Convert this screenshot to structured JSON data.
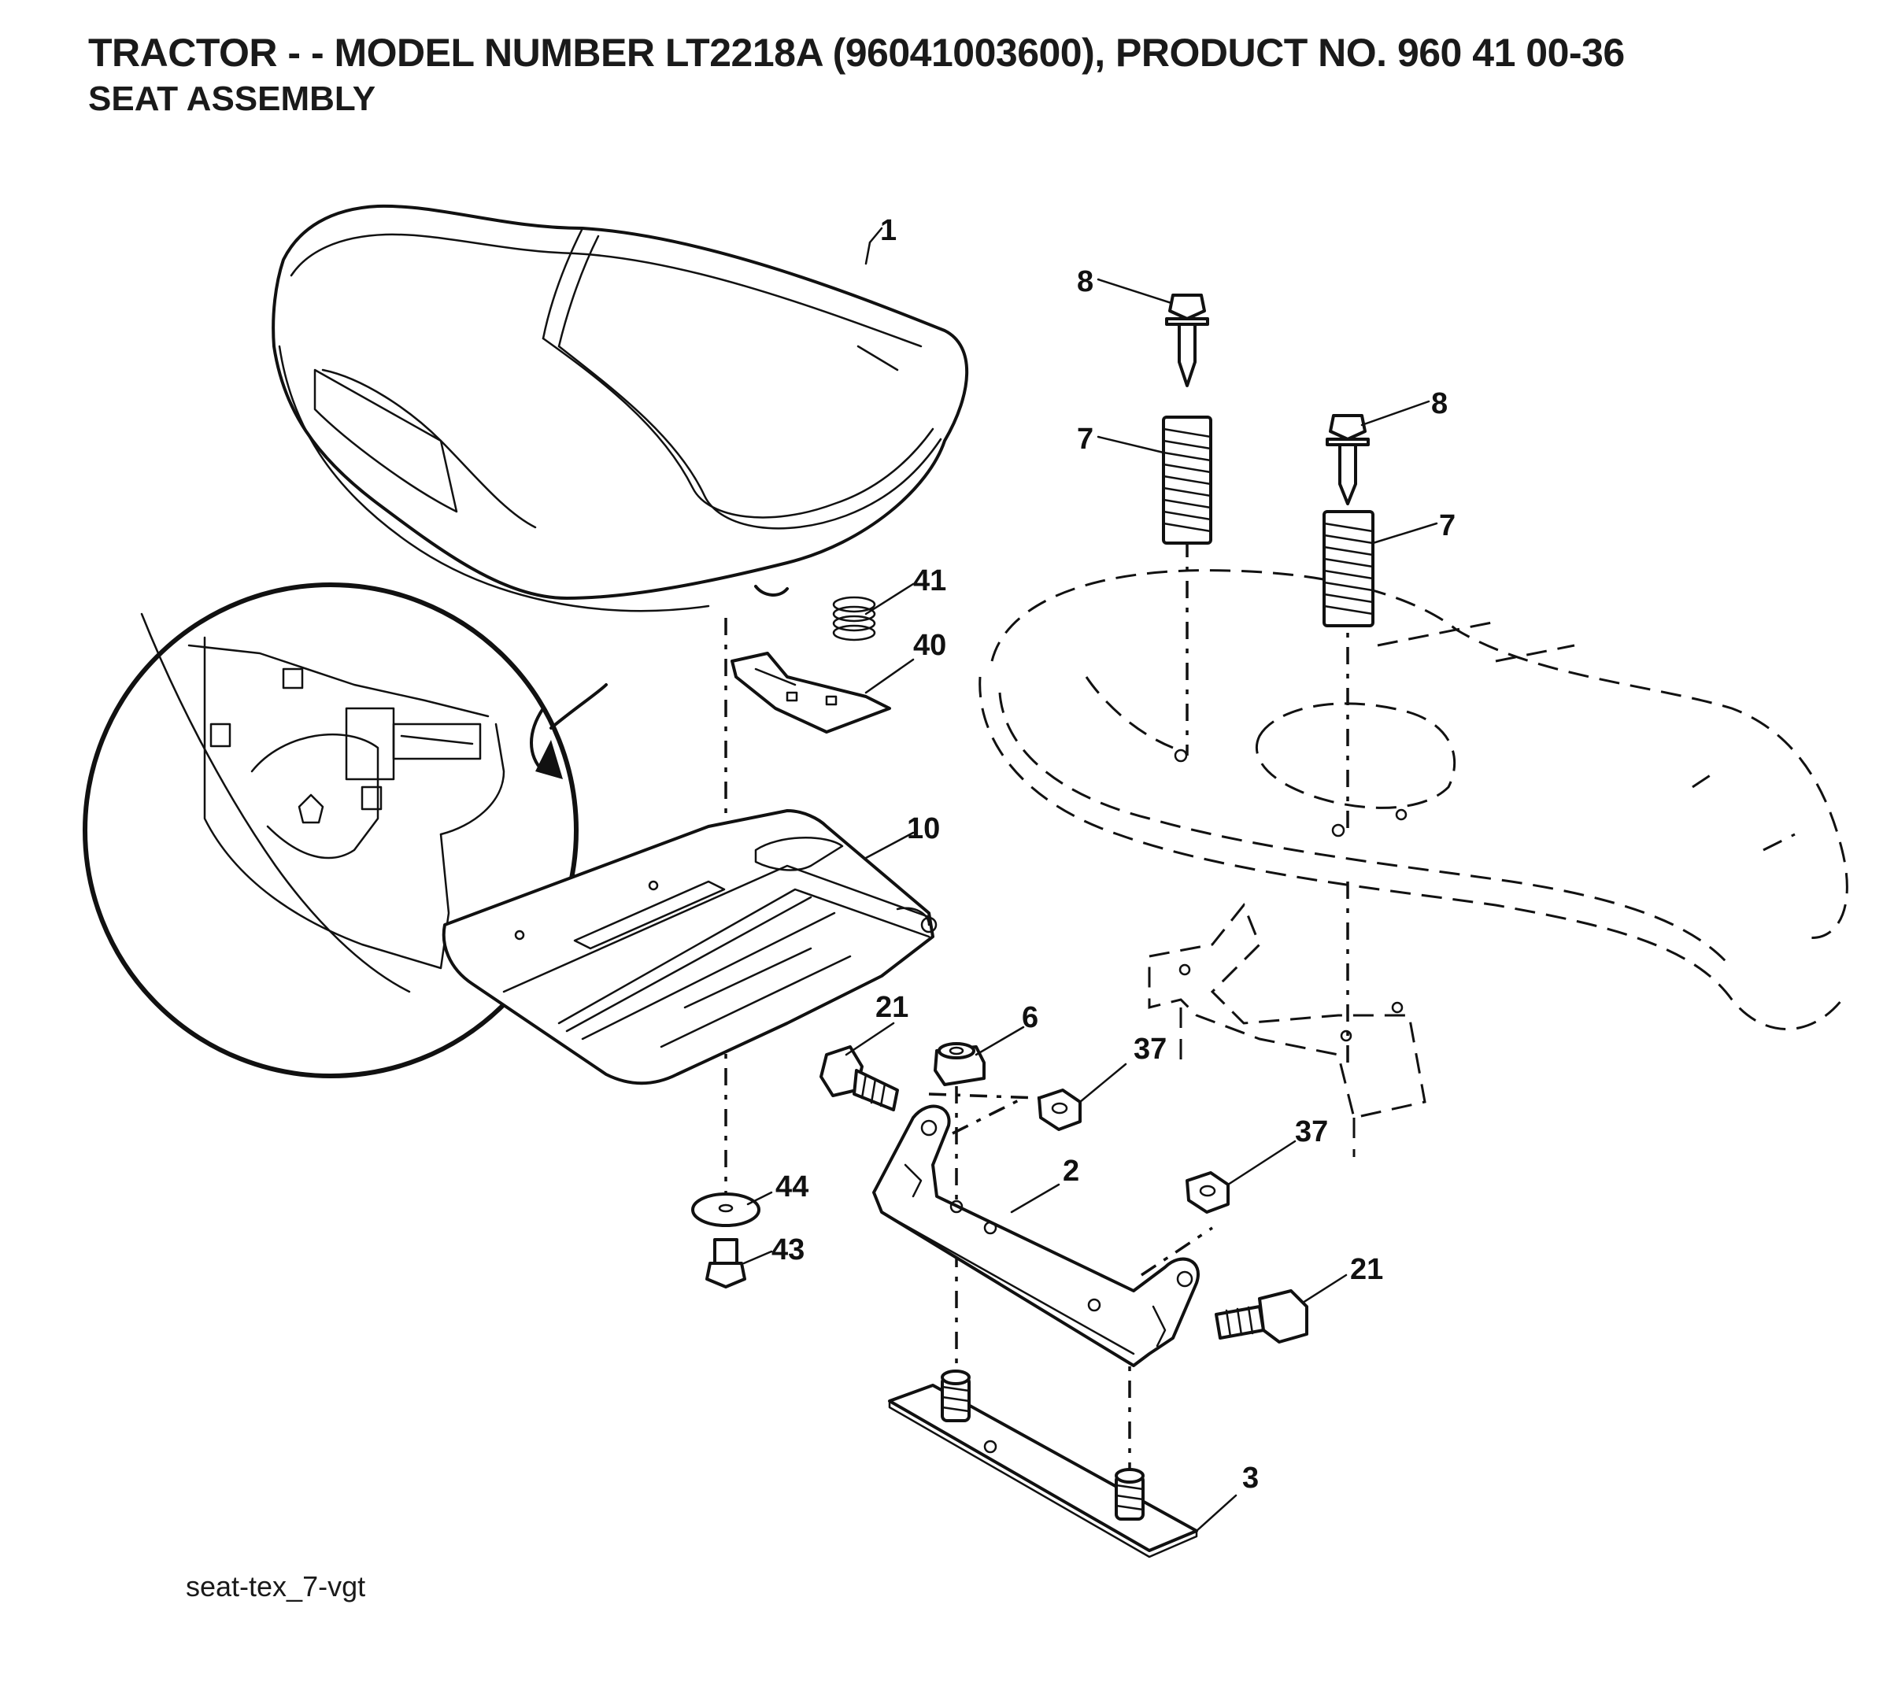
{
  "header": {
    "title": "TRACTOR - - MODEL NUMBER LT2218A (96041003600), PRODUCT NO. 960 41 00-36",
    "subtitle": "SEAT ASSEMBLY"
  },
  "diagram": {
    "callouts": {
      "seat": "1",
      "bracket": "2",
      "plate": "3",
      "nut_6": "6",
      "spring_left": "7",
      "spring_right": "7",
      "bolt_left": "8",
      "bolt_right": "8",
      "seat_pan": "10",
      "bolt_21_upper": "21",
      "bolt_21_lower": "21",
      "nut_37_upper": "37",
      "nut_37_lower": "37",
      "clip": "40",
      "small_spring": "41",
      "screw": "43",
      "washer": "44"
    },
    "drawing_code": "seat-tex_7-vgt"
  }
}
